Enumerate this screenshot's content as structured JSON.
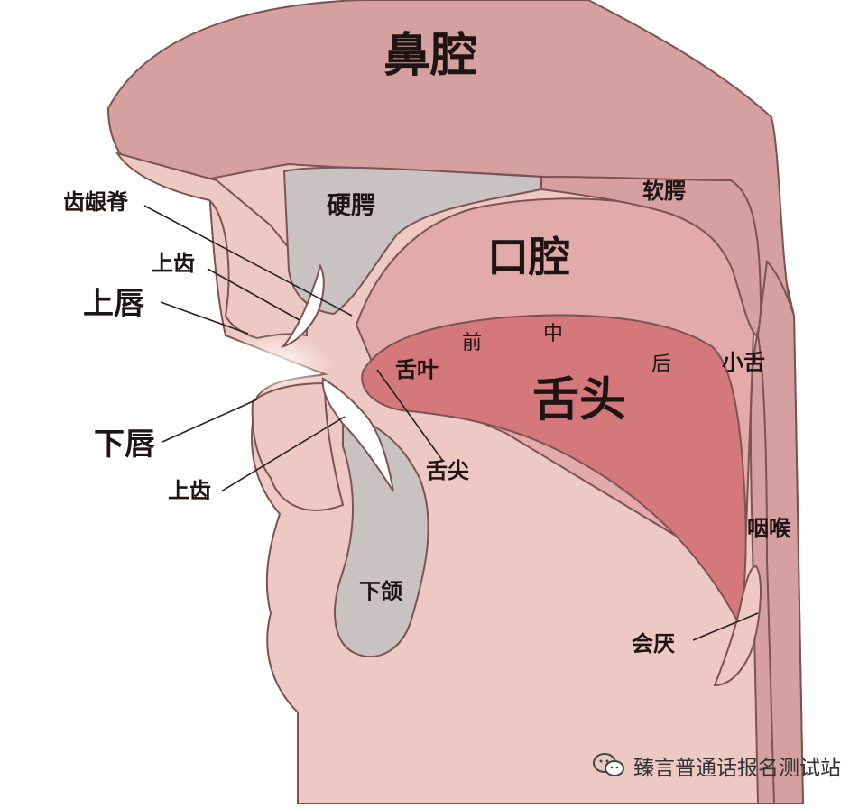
{
  "labels": {
    "nasal_cavity": "鼻腔",
    "hard_palate": "硬腭",
    "soft_palate": "软腭",
    "alveolar_ridge": "齿龈脊",
    "upper_teeth": "上齿",
    "upper_lip": "上唇",
    "oral_cavity": "口腔",
    "tongue_front": "前",
    "tongue_middle": "中",
    "tongue_back": "后",
    "tongue_blade": "舌叶",
    "tongue": "舌头",
    "uvula": "小舌",
    "lower_lip": "下唇",
    "lower_teeth": "上齿",
    "tongue_tip": "舌尖",
    "pharynx": "咽喉",
    "mandible": "下颌",
    "epiglottis": "会厌"
  },
  "watermark": {
    "icon": "wechat-icon",
    "text": "臻言普通话报名测试站"
  },
  "colors": {
    "outer_tissue": "#d6a0a0",
    "inner_tissue": "#eec8c3",
    "bone": "#c8c3c2",
    "tongue": "#d4787c",
    "teeth": "#ffffff",
    "outline": "#7c5353"
  }
}
